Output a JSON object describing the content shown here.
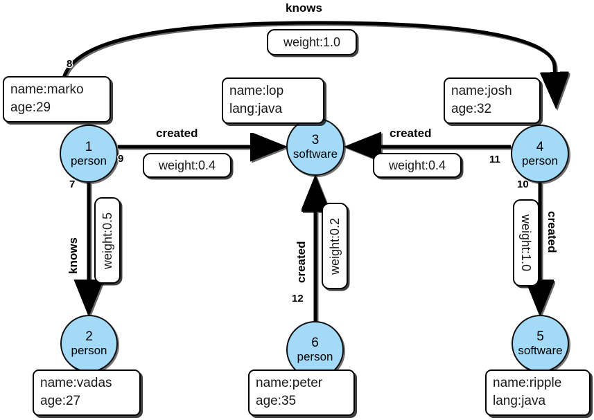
{
  "graph": {
    "title": "knows",
    "node_fill": "#a3daf7",
    "node_stroke": "#111111",
    "nodes": [
      {
        "id": "1",
        "label": "person",
        "props": [
          "name:marko",
          "age:29"
        ]
      },
      {
        "id": "2",
        "label": "person",
        "props": [
          "name:vadas",
          "age:27"
        ]
      },
      {
        "id": "3",
        "label": "software",
        "props": [
          "name:lop",
          "lang:java"
        ]
      },
      {
        "id": "4",
        "label": "person",
        "props": [
          "name:josh",
          "age:32"
        ]
      },
      {
        "id": "5",
        "label": "software",
        "props": [
          "name:ripple",
          "lang:java"
        ]
      },
      {
        "id": "6",
        "label": "person",
        "props": [
          "name:peter",
          "age:35"
        ]
      }
    ],
    "edges": [
      {
        "id": "8",
        "label": "knows",
        "weight": "weight:1.0",
        "from": "1",
        "to": "4"
      },
      {
        "id": "9",
        "label": "created",
        "weight": "weight:0.4",
        "from": "1",
        "to": "3"
      },
      {
        "id": "7",
        "label": "knows",
        "weight": "weight:0.5",
        "from": "1",
        "to": "2"
      },
      {
        "id": "11",
        "label": "created",
        "weight": "weight:0.4",
        "from": "4",
        "to": "3"
      },
      {
        "id": "10",
        "label": "created",
        "weight": "weight:1.0",
        "from": "4",
        "to": "5"
      },
      {
        "id": "12",
        "label": "created",
        "weight": "weight:0.2",
        "from": "6",
        "to": "3"
      }
    ]
  }
}
